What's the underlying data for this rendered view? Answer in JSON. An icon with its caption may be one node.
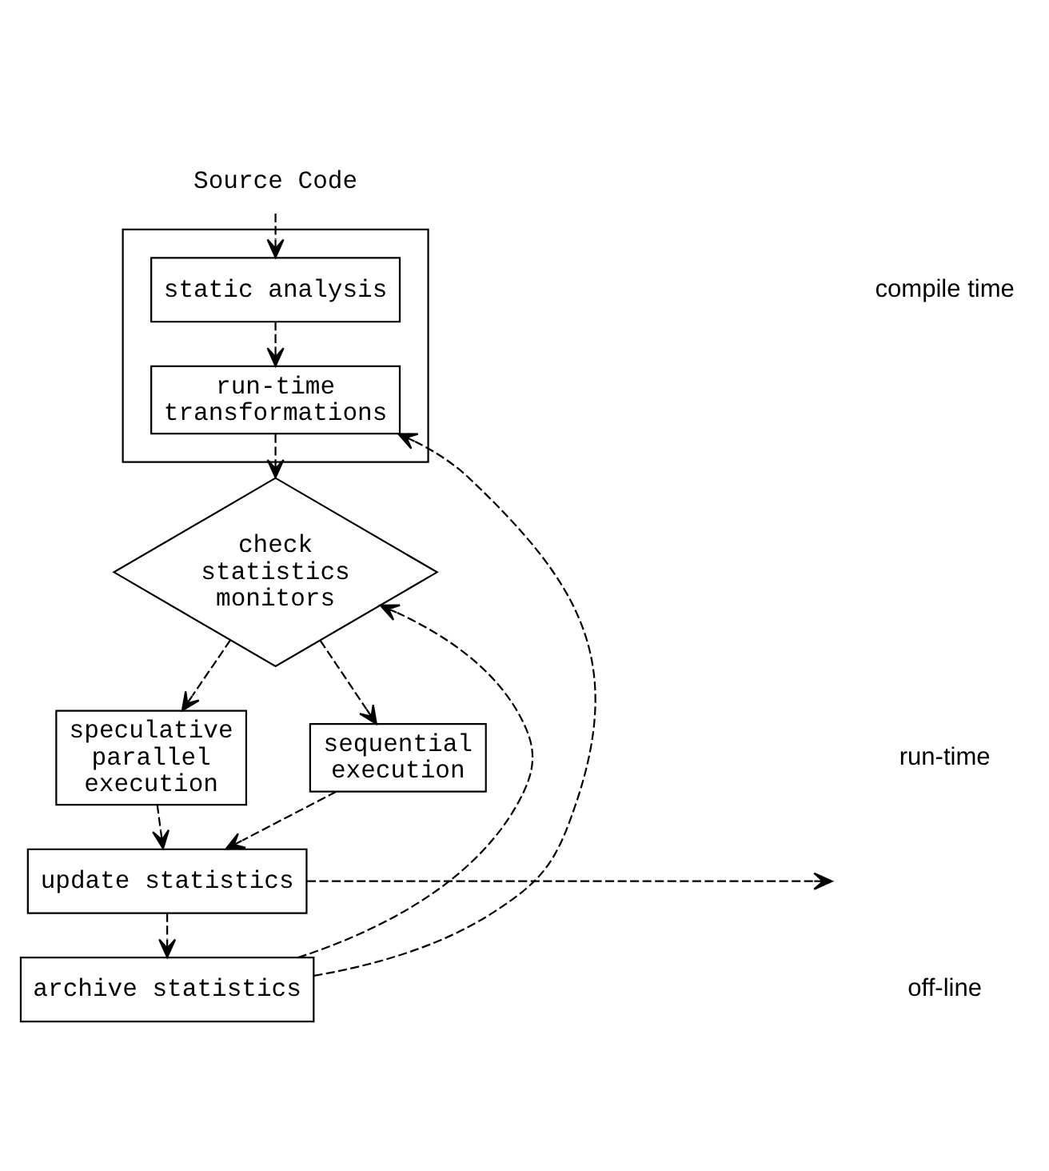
{
  "diagram": {
    "nodes": [
      {
        "text": [
          "Source Code"
        ]
      },
      {
        "text": [],
        "shape": "box"
      },
      {
        "text": [
          "static analysis"
        ],
        "in": 1
      },
      {
        "text": [
          "run-time transformations"
        ],
        "in": 1
      },
      {
        "text": [
          "check statistics monitors"
        ]
      },
      {
        "text": [
          "speculative parallel execution"
        ]
      },
      {
        "text": [
          "sequential execution"
        ]
      },
      {
        "text": [
          "update statistics"
        ]
      },
      {
        "text": [
          "archive statistics"
        ]
      }
    ],
    "edges": [
      {
        "from": 0,
        "to": 2,
        "arrow": "to"
      },
      {
        "from": 2,
        "to": 3,
        "arrow": "to"
      },
      {
        "from": 3,
        "to": 4,
        "arrow": "to"
      },
      {
        "from": 4,
        "to": 5,
        "arrow": "to"
      },
      {
        "from": 4,
        "to": 6,
        "arrow": "to"
      },
      {
        "from": 5,
        "to": 7,
        "arrow": "to"
      },
      {
        "from": 6,
        "to": 7,
        "arrow": "to"
      },
      {
        "from": 7,
        "to": 8,
        "arrow": "to"
      },
      {
        "from": 7,
        "to": null,
        "arrow": "to"
      },
      {
        "from": 8,
        "to": 3,
        "arrow": "to"
      },
      {
        "from": 8,
        "to": 4,
        "arrow": "to"
      }
    ],
    "labels": [
      "compile time",
      "run-time",
      "off-line"
    ]
  }
}
